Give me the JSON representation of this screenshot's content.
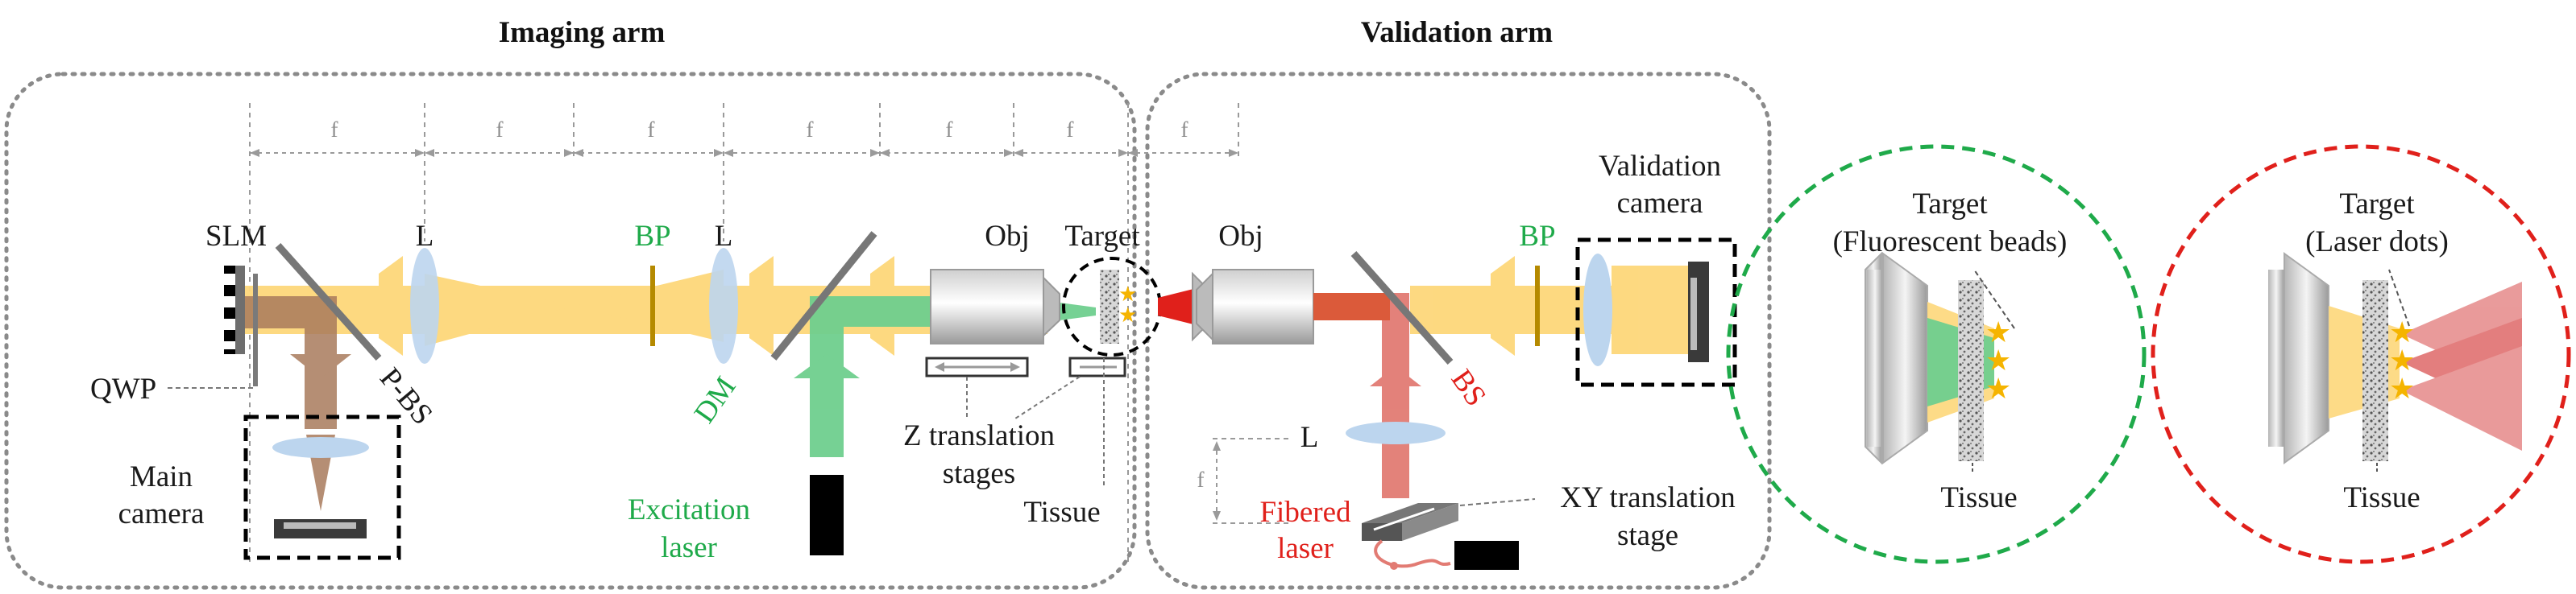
{
  "sections": {
    "imaging_title": "Imaging arm",
    "validation_title": "Validation arm"
  },
  "spacing": {
    "f": "f"
  },
  "imaging": {
    "slm": "SLM",
    "qwp": "QWP",
    "pbs": "P-BS",
    "lens": "L",
    "bp": "BP",
    "dm": "DM",
    "obj": "Obj",
    "target": "Target",
    "main_camera_line1": "Main",
    "main_camera_line2": "camera",
    "excitation_line1": "Excitation",
    "excitation_line2": "laser",
    "z_stages_line1": "Z translation",
    "z_stages_line2": "stages",
    "tissue": "Tissue"
  },
  "validation": {
    "obj": "Obj",
    "bs": "BS",
    "bp": "BP",
    "camera_line1": "Validation",
    "camera_line2": "camera",
    "lens": "L",
    "f": "f",
    "fibered_line1": "Fibered",
    "fibered_line2": "laser",
    "xy_line1": "XY translation",
    "xy_line2": "stage"
  },
  "insets": {
    "fluor_target_line1": "Target",
    "fluor_target_line2": "(Fluorescent beads)",
    "fluor_tissue": "Tissue",
    "laser_target_line1": "Target",
    "laser_target_line2": "(Laser dots)",
    "laser_tissue": "Tissue"
  },
  "colors": {
    "fluorescence": "#fdd77a",
    "excitation": "#6fcf8e",
    "laser": "#e0201b",
    "return_beam": "#a97b5c",
    "lens": "#bcd5ee",
    "green_label": "#1faa4a",
    "red_label": "#e0201b",
    "filter": "#b58a00",
    "star": "#f5b400"
  }
}
